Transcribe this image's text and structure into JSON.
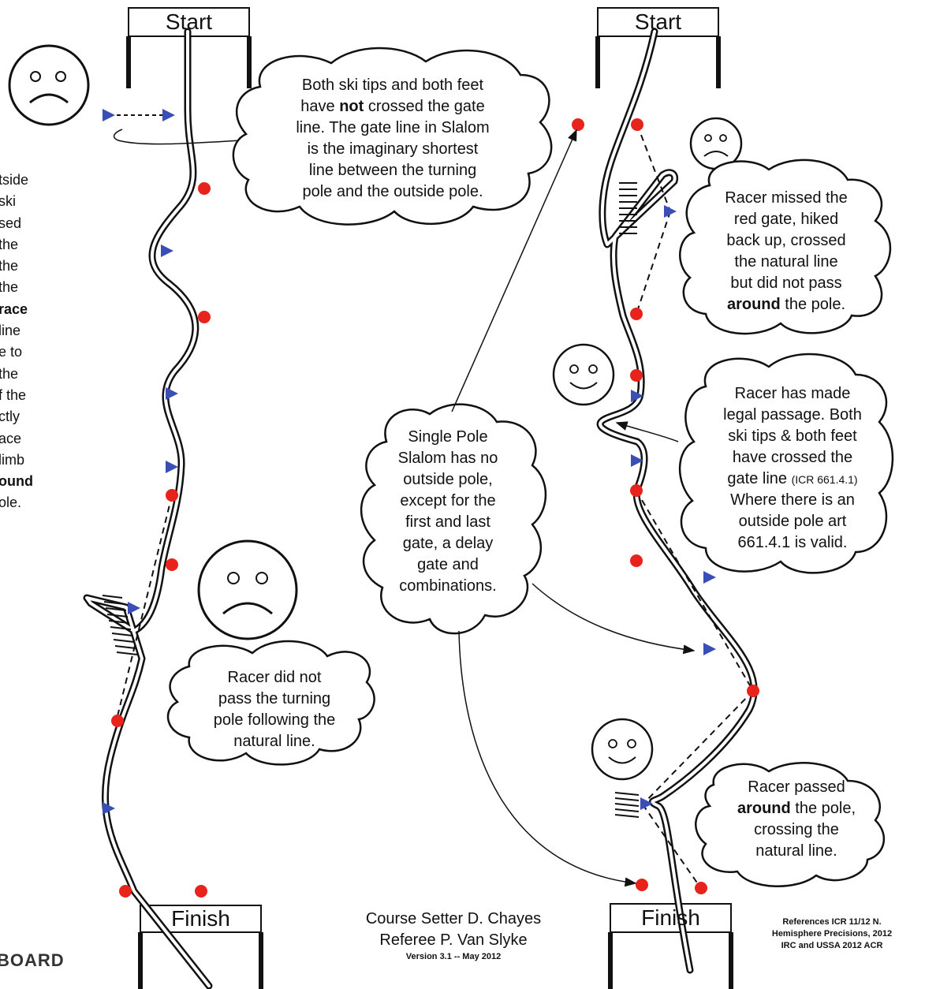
{
  "gates": {
    "start_left": "Start",
    "start_right": "Start",
    "finish_left": "Finish",
    "finish_right": "Finish"
  },
  "left_text_lines": [
    "tside",
    "ski",
    "sed",
    "the",
    "the",
    "the",
    "race",
    "line",
    "e to",
    "the",
    "f the",
    "ctly",
    "ace",
    "limb",
    "ound",
    "ole."
  ],
  "bubbles": {
    "gate_line": {
      "line1": "Both ski tips and both feet",
      "line2_pre": "have ",
      "line2_bold": "not",
      "line2_post": " crossed the gate",
      "line3": "line.  The gate line in Slalom",
      "line4": "is the imaginary shortest",
      "line5": "line between the turning",
      "line6": "pole and the outside pole."
    },
    "not_passed": {
      "line1": "Racer did not",
      "line2": "pass the turning",
      "line3": "pole following  the",
      "line4": "natural line."
    },
    "single_pole": {
      "line1": "Single Pole",
      "line2": "Slalom has no",
      "line3": "outside pole,",
      "line4": "except for the",
      "line5": "first and last",
      "line6": "gate, a delay",
      "line7": "gate and",
      "line8": "combinations."
    },
    "missed": {
      "line1": "Racer missed the",
      "line2": "red gate, hiked",
      "line3": "back up, crossed",
      "line4": "the natural line",
      "line5": "but did not pass",
      "line6_bold": "around",
      "line6_post": " the pole."
    },
    "legal": {
      "line1": "Racer has made",
      "line2": "legal passage. Both",
      "line3": "ski tips & both feet",
      "line4": "have crossed the",
      "line5_pre": "gate line ",
      "line5_small": "(ICR 661.4.1)",
      "line6": "Where there is an",
      "line7": "outside pole art",
      "line8": "661.4.1 is valid."
    },
    "around": {
      "line1": "Racer passed",
      "line2_bold": "around",
      "line2_post": " the pole,",
      "line3": "crossing the",
      "line4": "natural line."
    }
  },
  "credits": {
    "setter": "Course Setter D. Chayes",
    "referee": "Referee P.  Van Slyke",
    "version": "Version 3.1 -- May 2012"
  },
  "references": {
    "line1": "References ICR 11/12 N.",
    "line2": "Hemisphere Precisions, 2012",
    "line3": "IRC and USSA 2012 ACR"
  },
  "logo_text": "BOARD",
  "colors": {
    "gate_red": "#e8231c",
    "flag_blue": "#3a4fb5",
    "ink": "#111111"
  }
}
